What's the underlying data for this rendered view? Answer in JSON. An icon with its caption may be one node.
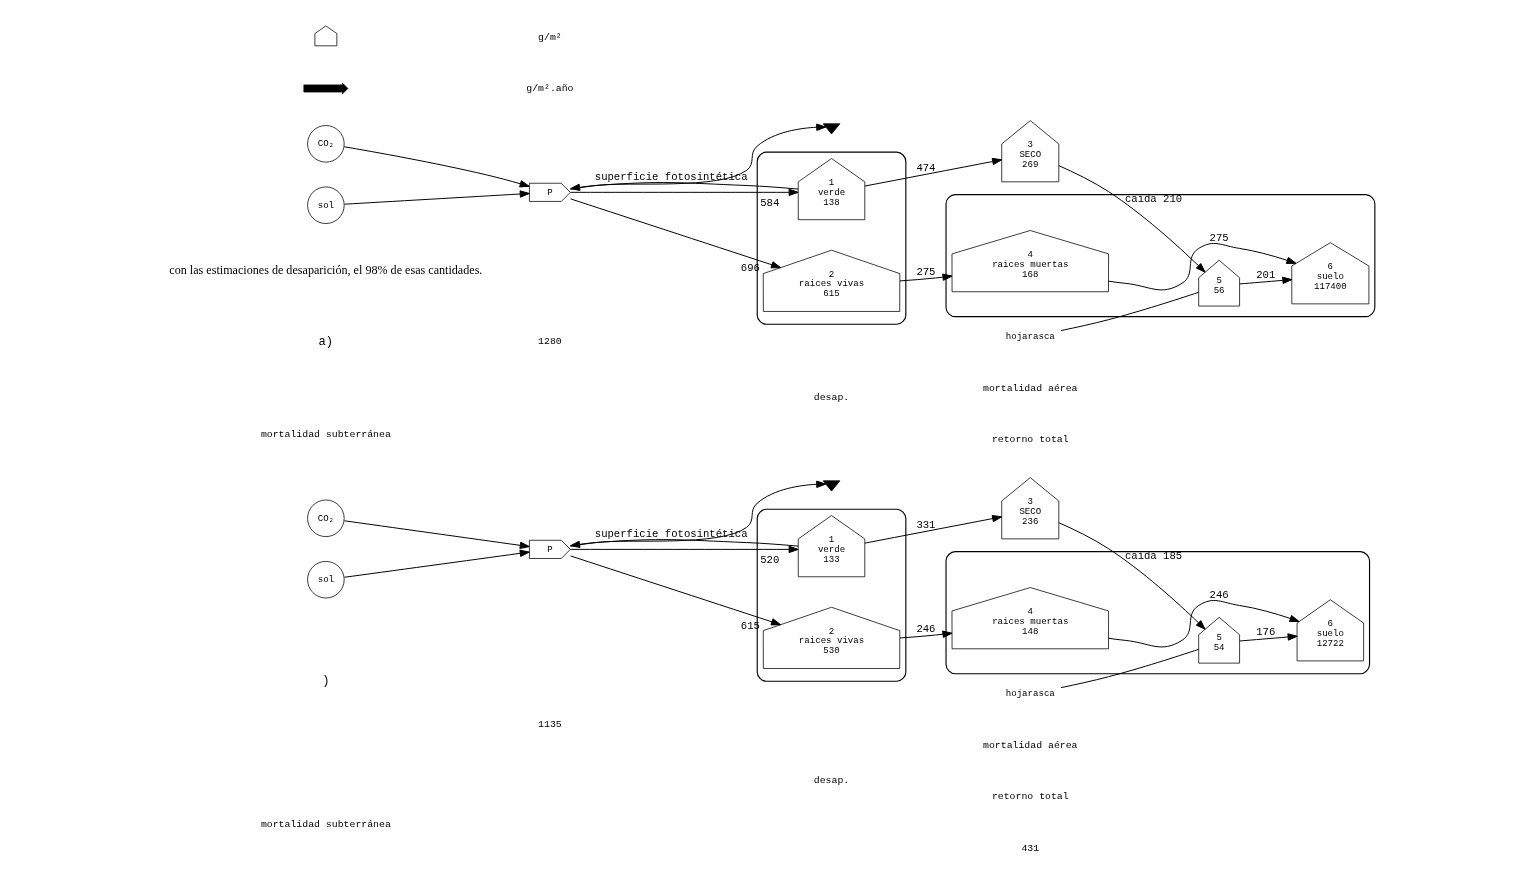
{
  "diagram": {
    "nodes": [
      {
        "text": [
          "CO₂"
        ]
      },
      {
        "text": [
          "sol"
        ]
      },
      {
        "text": [
          "P"
        ]
      },
      {
        "text": [],
        "shape": "pentagon"
      },
      {
        "text": [
          "1",
          "verde",
          "138"
        ],
        "in": 3
      },
      {
        "text": [
          "2",
          "raices vivas",
          "615"
        ],
        "in": 3
      },
      {
        "text": [
          "3",
          "SECO",
          "269"
        ]
      },
      {
        "text": [
          "hojarasca"
        ]
      },
      {
        "text": [],
        "shape": "pentagon"
      },
      {
        "text": [
          "5",
          "56"
        ],
        "in": 8
      },
      {
        "text": [
          "6",
          "suelo",
          "117400"
        ],
        "in": 8
      },
      {
        "text": [
          "4",
          "raices muertas",
          "168"
        ],
        "in": 8
      },
      {
        "text": [],
        "shape": "ground"
      },
      {
        "text": [
          "CO₂"
        ]
      },
      {
        "text": [
          "sol"
        ]
      },
      {
        "text": [
          "P"
        ]
      },
      {
        "text": [],
        "shape": "pentagon"
      },
      {
        "text": [
          "1",
          "verde",
          "133"
        ],
        "in": 16
      },
      {
        "text": [
          "2",
          "raices vivas",
          "530"
        ],
        "in": 16
      },
      {
        "text": [
          "3",
          "SECO",
          "236"
        ]
      },
      {
        "text": [
          "hojarasca"
        ]
      },
      {
        "text": [],
        "shape": "pentagon"
      },
      {
        "text": [
          "5",
          "54"
        ],
        "in": 21
      },
      {
        "text": [
          "6",
          "suelo",
          "12722"
        ],
        "in": 21
      },
      {
        "text": [
          "4",
          "raices muertas",
          "148"
        ],
        "in": 21
      },
      {
        "text": [],
        "shape": "ground"
      }
    ],
    "edges": [
      {
        "from": 0,
        "to": 2,
        "arrow": "to"
      },
      {
        "from": 1,
        "to": 2,
        "arrow": "to"
      },
      {
        "from": 2,
        "to": 12,
        "arrow": "to"
      },
      {
        "from": 2,
        "to": 4,
        "arrow": "to",
        "label": "584"
      },
      {
        "from": 2,
        "to": 5,
        "arrow": "to",
        "label": "696"
      },
      {
        "from": 4,
        "to": 2,
        "arrow": "to",
        "label": "superficie fotosintética"
      },
      {
        "from": 4,
        "to": 6,
        "arrow": "to",
        "label": "474"
      },
      {
        "from": 5,
        "to": 11,
        "arrow": "to",
        "label": "275"
      },
      {
        "from": 6,
        "to": 9,
        "arrow": "to",
        "label": "caída 210"
      },
      {
        "from": 7,
        "to": 9,
        "arrow": "none"
      },
      {
        "from": 9,
        "to": 10,
        "arrow": "to",
        "label": "201"
      },
      {
        "from": 11,
        "to": 10,
        "arrow": "to",
        "label": "275"
      },
      {
        "from": 13,
        "to": 15,
        "arrow": "to"
      },
      {
        "from": 14,
        "to": 15,
        "arrow": "to"
      },
      {
        "from": 15,
        "to": 25,
        "arrow": "to"
      },
      {
        "from": 15,
        "to": 17,
        "arrow": "to",
        "label": "520"
      },
      {
        "from": 15,
        "to": 18,
        "arrow": "to",
        "label": "615"
      },
      {
        "from": 17,
        "to": 15,
        "arrow": "to",
        "label": "superficie fotosintética"
      },
      {
        "from": 17,
        "to": 19,
        "arrow": "to",
        "label": "331"
      },
      {
        "from": 18,
        "to": 24,
        "arrow": "to",
        "label": "246"
      },
      {
        "from": 19,
        "to": 22,
        "arrow": "to",
        "label": "caída 185"
      },
      {
        "from": 20,
        "to": 22,
        "arrow": "none"
      },
      {
        "from": 22,
        "to": 23,
        "arrow": "to",
        "label": "176"
      },
      {
        "from": 24,
        "to": 23,
        "arrow": "to",
        "label": "246"
      }
    ],
    "labels": [
      "con las estimaciones de desaparición, el 98% de esas cantidades.",
      "a)",
      "1280",
      "mortalidad aérea",
      "retorno total",
      "desap.",
      "mortalidad subterránea",
      ")",
      "1135",
      "mortalidad aérea",
      "retorno total",
      "431",
      "desap.",
      "mortalidad subterránea"
    ],
    "legend": [
      {
        "text": "g/m²"
      },
      {
        "text": "g/m².año"
      }
    ]
  }
}
